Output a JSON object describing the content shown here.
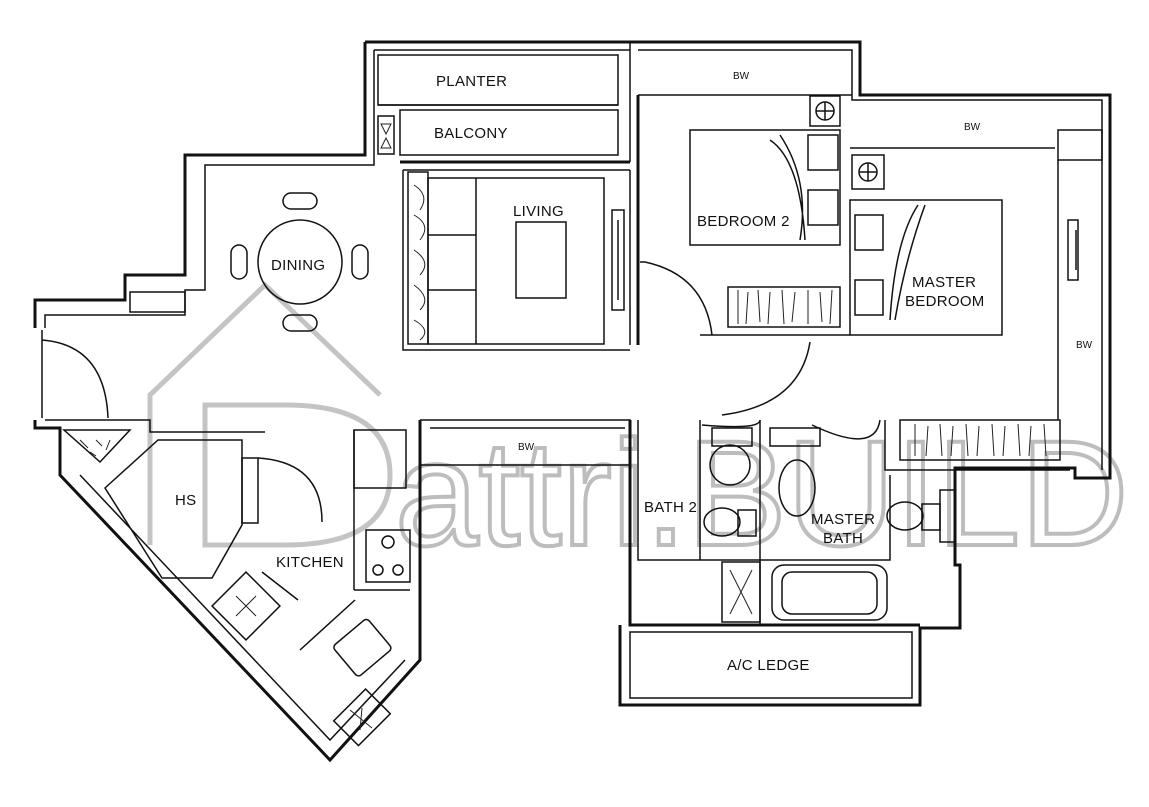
{
  "rooms": {
    "planter": "PLANTER",
    "balcony": "BALCONY",
    "living": "LIVING",
    "dining": "DINING",
    "bedroom2": "BEDROOM 2",
    "master_bedroom_line1": "MASTER",
    "master_bedroom_line2": "BEDROOM",
    "hs": "HS",
    "kitchen": "KITCHEN",
    "bath2": "BATH 2",
    "master_bath_line1": "MASTER",
    "master_bath_line2": "BATH",
    "ac_ledge": "A/C LEDGE"
  },
  "wardrobes": {
    "bw_top": "BW",
    "bw_master_top": "BW",
    "bw_master_side": "BW",
    "bw_corridor": "BW"
  },
  "watermark": {
    "text": "attri.BUILD",
    "color": "#bdbdbd"
  },
  "colors": {
    "line": "#111111",
    "background": "#ffffff"
  }
}
